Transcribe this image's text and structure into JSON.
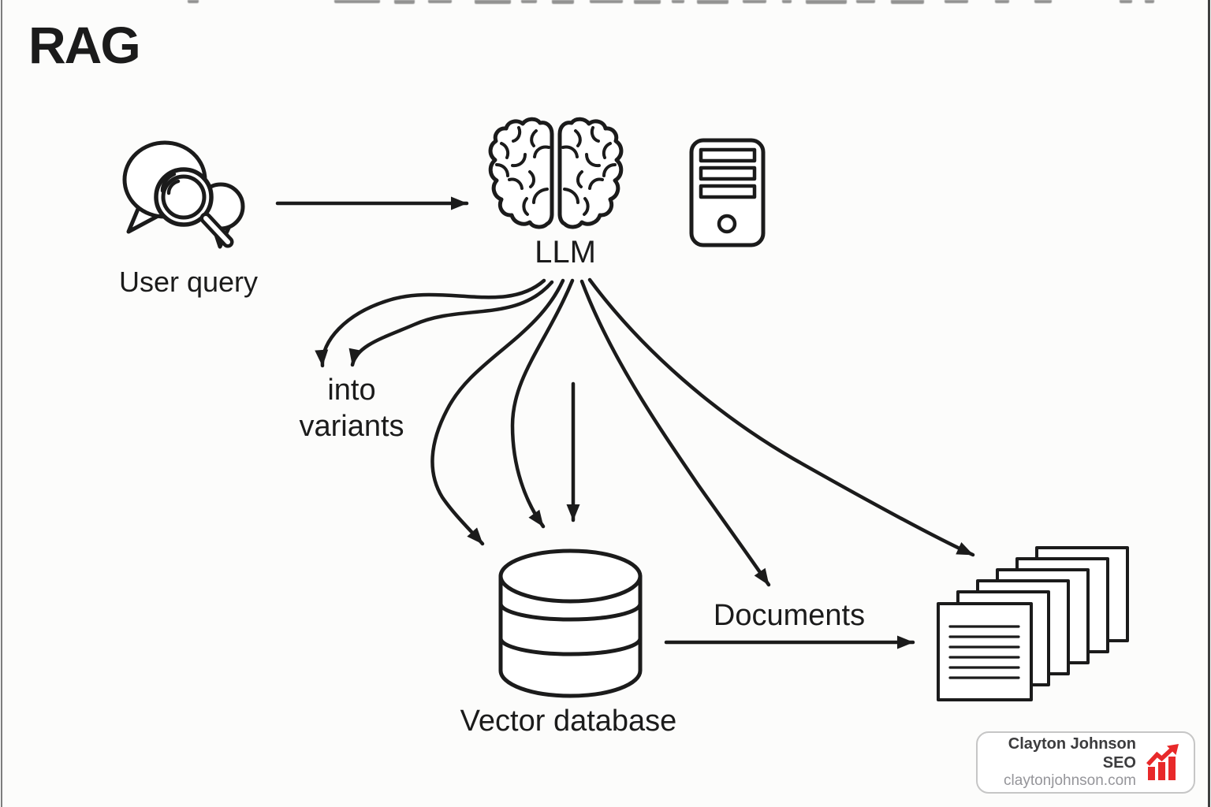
{
  "title": "RAG",
  "nodes": {
    "user_query": {
      "label": "User query",
      "icon": "chat-bubbles-magnifier-icon"
    },
    "llm": {
      "label": "LLM",
      "icon": "brain-icon"
    },
    "server": {
      "icon": "server-tower-icon"
    },
    "variants": {
      "line1": "into",
      "line2": "variants"
    },
    "vector_db": {
      "label": "Vector database",
      "icon": "database-cylinder-icon"
    },
    "documents": {
      "label": "Documents",
      "icon": "documents-stack-icon"
    }
  },
  "arrows": {
    "query_to_llm": "user query to LLM",
    "llm_to_variants": "LLM splits query into variants (2 arrows)",
    "llm_to_db": "LLM to vector database (2 curved + 1 straight)",
    "llm_to_documents_label": "LLM to documents label",
    "llm_to_documents_stack": "LLM to documents stack",
    "db_to_documents": "vector database returns documents"
  },
  "watermark": {
    "name": "Clayton Johnson SEO",
    "website": "claytonjohnson.com",
    "accent": "#e8292a",
    "icon": "growth-chart-icon"
  },
  "colors": {
    "ink": "#1b1b1b",
    "background": "#fcfcfb"
  }
}
